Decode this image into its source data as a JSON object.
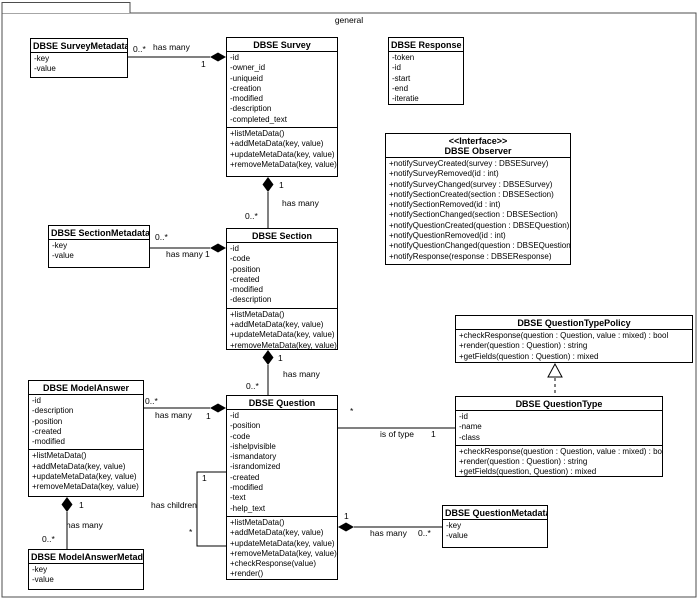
{
  "package": {
    "label": "general"
  },
  "colors": {
    "line": "#000000",
    "background": "#ffffff",
    "box_fill": "#ffffff",
    "text": "#000000"
  },
  "classes": {
    "survey_metadata": {
      "title": "DBSE SurveyMetadata",
      "attributes": [
        "-key",
        "-value"
      ],
      "methods": []
    },
    "survey": {
      "title": "DBSE Survey",
      "attributes": [
        "-id",
        "-owner_id",
        "-uniqueid",
        "-creation",
        "-modified",
        "-description",
        "-completed_text"
      ],
      "methods": [
        "+listMetaData()",
        "+addMetaData(key, value)",
        "+updateMetaData(key, value)",
        "+removeMetaData(key, value)"
      ]
    },
    "response": {
      "title": "DBSE Response",
      "attributes": [
        "-token",
        "-id",
        "-start",
        "-end",
        "-iteratie"
      ],
      "methods": []
    },
    "observer": {
      "stereotype": "<<Interface>>",
      "title": "DBSE Observer",
      "attributes": [],
      "methods": [
        "+notifySurveyCreated(survey : DBSESurvey)",
        "+notifySurveyRemoved(id : int)",
        "+notifySurveyChanged(survey : DBSESurvey)",
        "+notifySectionCreated(section : DBSESection)",
        "+notifySectionRemoved(id : int)",
        "+notifySectionChanged(section : DBSESection)",
        "+notifyQuestionCreated(question : DBSEQuestion)",
        "+notifyQuestionRemoved(id : int)",
        "+notifyQuestionChanged(question : DBSEQuestion)",
        "+notifyResponse(response : DBSEResponse)"
      ]
    },
    "section_metadata": {
      "title": "DBSE SectionMetadata",
      "attributes": [
        "-key",
        "-value"
      ],
      "methods": []
    },
    "section": {
      "title": "DBSE Section",
      "attributes": [
        "-id",
        "-code",
        "-position",
        "-created",
        "-modified",
        "-description"
      ],
      "methods": [
        "+listMetaData()",
        "+addMetaData(key, value)",
        "+updateMetaData(key, value)",
        "+removeMetaData(key, value)"
      ]
    },
    "model_answer": {
      "title": "DBSE ModelAnswer",
      "attributes": [
        "-id",
        "-description",
        "-position",
        "-created",
        "-modified"
      ],
      "methods": [
        "+listMetaData()",
        "+addMetaData(key, value)",
        "+updateMetaData(key, value)",
        "+removeMetaData(key, value)"
      ]
    },
    "question": {
      "title": "DBSE Question",
      "attributes": [
        "-id",
        "-position",
        "-code",
        "-ishelpvisible",
        "-ismandatory",
        "-israndomized",
        "-created",
        "-modified",
        "-text",
        "-help_text"
      ],
      "methods": [
        "+listMetaData()",
        "+addMetaData(key, value)",
        "+updateMetaData(key, value)",
        "+removeMetaData(key, value)",
        "+checkResponse(value)",
        "+render()"
      ]
    },
    "question_type_policy": {
      "title": "DBSE QuestionTypePolicy",
      "attributes": [],
      "methods": [
        "+checkResponse(question : Question, value : mixed) : bool",
        "+render(question : Question) : string",
        "+getFields(question : Question) : mixed"
      ]
    },
    "question_type": {
      "title": "DBSE QuestionType",
      "attributes": [
        "-id",
        "-name",
        "-class"
      ],
      "methods": [
        "+checkResponse(question : Question, value : mixed) : bool",
        "+render(question : Question) : string",
        "+getFields(question, Question) : mixed"
      ]
    },
    "question_metadata": {
      "title": "DBSE QuestionMetadata",
      "attributes": [
        "-key",
        "-value"
      ],
      "methods": []
    },
    "model_answer_metadata": {
      "title": "DBSE ModelAnswerMetadata",
      "attributes": [
        "-key",
        "-value"
      ],
      "methods": []
    }
  },
  "edges": {
    "survey_has_surveymetadata": {
      "label": "has many",
      "source_mult": "1",
      "target_mult": "0..*"
    },
    "survey_has_sections": {
      "label": "has many",
      "source_mult": "1",
      "target_mult": "0..*"
    },
    "section_has_sectionmetadata": {
      "label": "has many",
      "source_mult": "1",
      "target_mult": "0..*"
    },
    "section_has_questions": {
      "label": "has many",
      "source_mult": "1",
      "target_mult": "0..*"
    },
    "question_has_modelanswers": {
      "label": "has many",
      "source_mult": "1",
      "target_mult": "0..*"
    },
    "question_has_children": {
      "label": "has children",
      "source_mult": "1",
      "target_mult": "*"
    },
    "question_is_of_type": {
      "label": "is of type",
      "source_mult": "*",
      "target_mult": "1"
    },
    "question_has_questionmetadata": {
      "label": "has many",
      "source_mult": "1",
      "target_mult": "0..*"
    },
    "modelanswer_has_metadata": {
      "label": "has many",
      "source_mult": "1",
      "target_mult": "0..*"
    }
  }
}
